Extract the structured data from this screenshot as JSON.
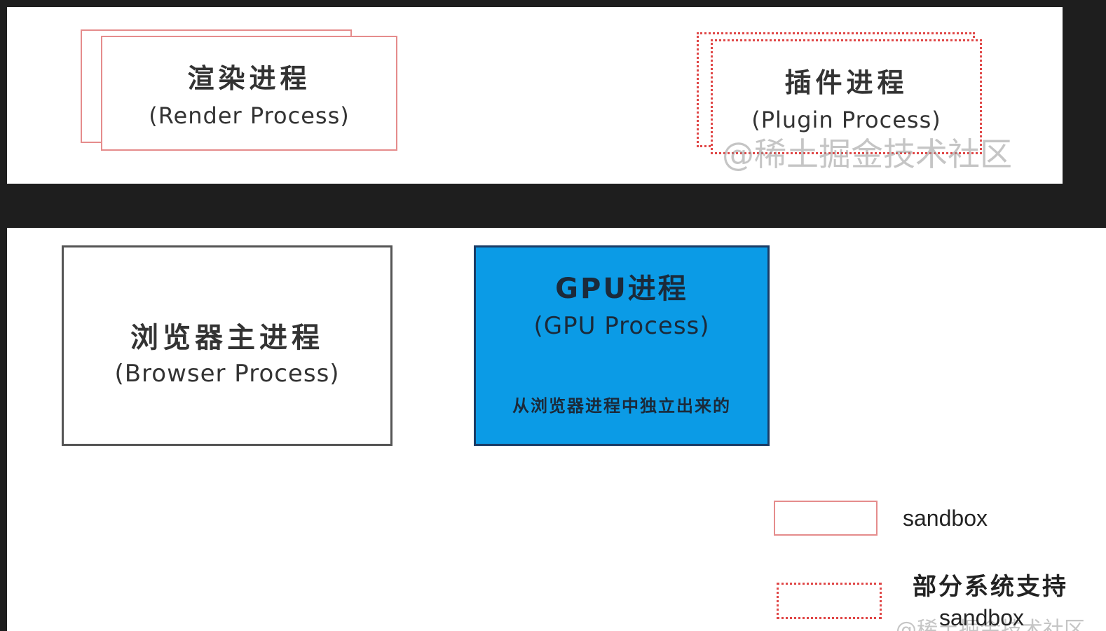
{
  "render_process": {
    "title_cn": "渲染进程",
    "title_en": "(Render Process)"
  },
  "plugin_process": {
    "title_cn": "插件进程",
    "title_en": "(Plugin Process)"
  },
  "browser_process": {
    "title_cn": "浏览器主进程",
    "title_en": "(Browser Process)"
  },
  "gpu_process": {
    "title_cn": "GPU进程",
    "title_en": "(GPU Process)",
    "note": "从浏览器进程中独立出来的"
  },
  "legend": {
    "sandbox_label": "sandbox",
    "partial_label_line1": "部分系统支持",
    "partial_label_line2": "sandbox"
  },
  "watermark": "@稀土掘金技术社区",
  "colors": {
    "sandbox_border": "#e58c8c",
    "partial_border": "#e04848",
    "gpu_fill": "#0b9be6",
    "background": "#1e1e1e"
  }
}
